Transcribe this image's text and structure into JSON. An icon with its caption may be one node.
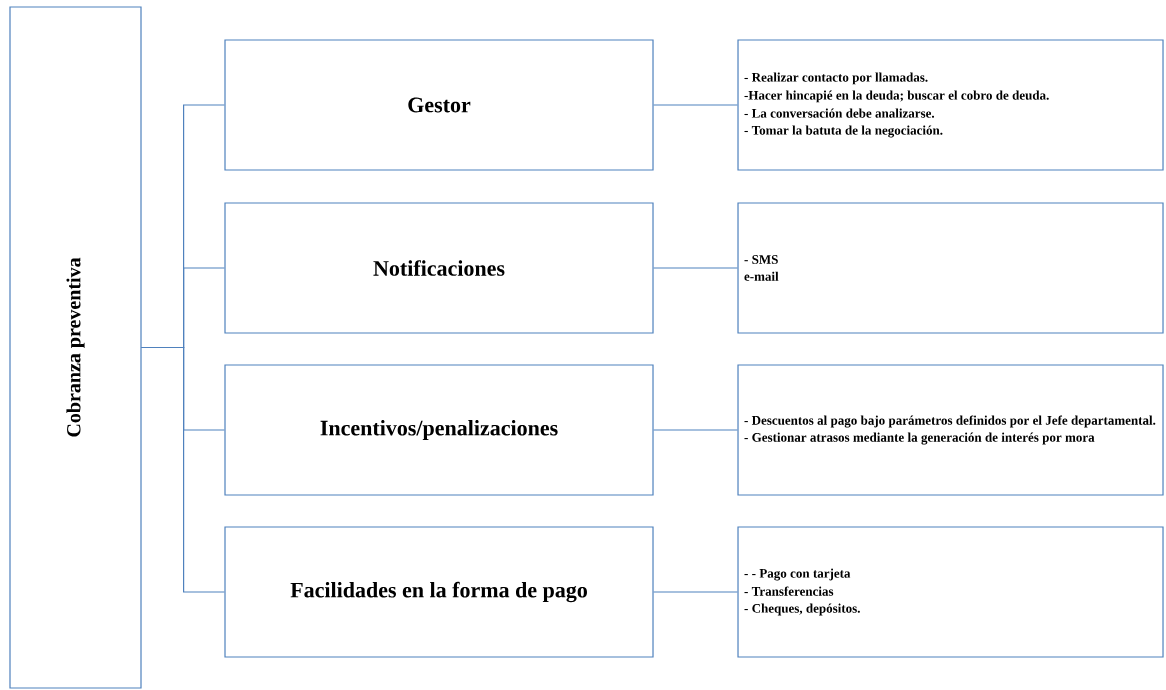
{
  "diagram": {
    "nodes": [
      {
        "text": [
          "Cobranza preventiva"
        ]
      },
      {
        "text": [
          "Gestor"
        ]
      },
      {
        "text": [
          "- Realizar contacto por llamadas.",
          "-Hacer hincapié en la deuda; buscar el cobro de deuda.",
          "- La conversación debe analizarse.",
          "- Tomar la batuta de la negociación."
        ]
      },
      {
        "text": [
          "Notificaciones"
        ]
      },
      {
        "text": [
          "- SMS",
          "e-mail"
        ]
      },
      {
        "text": [
          "Incentivos/penalizaciones"
        ]
      },
      {
        "text": [
          "- Descuentos al pago bajo parámetros definidos por el Jefe departamental.",
          "- Gestionar atrasos mediante la generación de interés por mora"
        ]
      },
      {
        "text": [
          "Facilidades en la forma de pago"
        ]
      },
      {
        "text": [
          "- - Pago con tarjeta",
          "- Transferencias",
          "- Cheques, depósitos."
        ]
      }
    ],
    "edges": [
      {
        "from": 0,
        "to": 1,
        "arrow": "none"
      },
      {
        "from": 0,
        "to": 3,
        "arrow": "none"
      },
      {
        "from": 0,
        "to": 5,
        "arrow": "none"
      },
      {
        "from": 0,
        "to": 7,
        "arrow": "none"
      },
      {
        "from": 1,
        "to": 2,
        "arrow": "none"
      },
      {
        "from": 3,
        "to": 4,
        "arrow": "none"
      },
      {
        "from": 5,
        "to": 6,
        "arrow": "none"
      },
      {
        "from": 7,
        "to": 8,
        "arrow": "none"
      }
    ]
  }
}
